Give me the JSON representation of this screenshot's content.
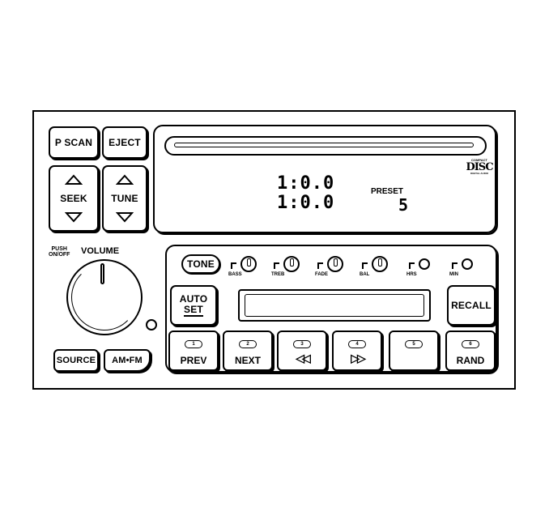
{
  "buttons": {
    "p_scan": "P SCAN",
    "eject": "EJECT",
    "seek": "SEEK",
    "tune": "TUNE",
    "source": "SOURCE",
    "am_fm": "AM•FM",
    "tone": "TONE",
    "auto_set_line1": "AUTO",
    "auto_set_line2": "SET",
    "recall": "RECALL"
  },
  "volume": {
    "push_line1": "PUSH",
    "push_line2": "ON/OFF",
    "label": "VOLUME"
  },
  "display": {
    "time_top": "1:0.0",
    "time_bottom": "1:0.0",
    "preset_label": "PRESET",
    "preset_value": "5",
    "cd_logo_top": "COMPACT",
    "cd_logo_mid": "DISC",
    "cd_logo_bot": "DIGITAL AUDIO"
  },
  "tone_controls": [
    "BASS",
    "TREB",
    "FADE",
    "BAL",
    "HRS",
    "MIN"
  ],
  "presets": [
    {
      "num": "1",
      "label": "PREV"
    },
    {
      "num": "2",
      "label": "NEXT"
    },
    {
      "num": "3",
      "label": "◁◁"
    },
    {
      "num": "4",
      "label": "▷▷"
    },
    {
      "num": "5",
      "label": ""
    },
    {
      "num": "6",
      "label": "RAND"
    }
  ]
}
